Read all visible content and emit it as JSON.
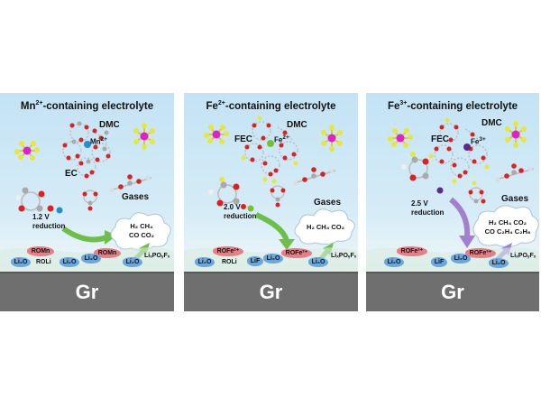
{
  "panels": [
    {
      "title_prefix": "Mn",
      "title_sup": "2+",
      "title_suffix": "-containing  electrolyte",
      "ion_label": "Mn",
      "ion_sup": "2+",
      "solvent_labels": [
        "DMC",
        "EC"
      ],
      "voltage": "1.2 V",
      "reduction": "reduction",
      "gases_label": "Gases",
      "cloud_line1": "H₂  CH₄",
      "cloud_line2": "CO CO₂",
      "sei": {
        "red1": "ROMn",
        "red2": "ROMn",
        "li2o": "Li₂O",
        "roli": "ROLi",
        "third": "Li₂O",
        "lipof": "LiₓPOᵧFₓ"
      },
      "substrate": "Gr",
      "ion_color": "#1e8fd0",
      "arrow_color": "#6dbf4a"
    },
    {
      "title_prefix": "Fe",
      "title_sup": "2+",
      "title_suffix": "-containing  electrolyte",
      "ion_label": "Fe",
      "ion_sup": "2+",
      "solvent_labels": [
        "DMC",
        "FEC"
      ],
      "voltage": "2.0 V",
      "reduction": "reduction",
      "gases_label": "Gases",
      "cloud_line1": "H₂  CH₄  CO₂",
      "cloud_line2": "",
      "sei": {
        "red1": "ROFe²⁺",
        "red2": "ROFe²⁺",
        "li2o": "Li₂O",
        "roli": "ROLi",
        "third": "LiF",
        "lipof": "LiₓPOᵧFₓ"
      },
      "substrate": "Gr",
      "ion_color": "#7bbf2e",
      "arrow_color": "#6dbf4a"
    },
    {
      "title_prefix": "Fe",
      "title_sup": "3+",
      "title_suffix": "-containing  electrolyte",
      "ion_label": "Fe",
      "ion_sup": "3+",
      "solvent_labels": [
        "DMC",
        "FEC"
      ],
      "voltage": "2.5 V",
      "reduction": "reduction",
      "gases_label": "Gases",
      "cloud_line1": "H₂  CH₄  CO₂",
      "cloud_line2": "CO  C₂H₄ C₂H₆",
      "sei": {
        "red1": "ROFe³⁺",
        "red2": "ROFe³⁺",
        "li2o": "Li₂O",
        "roli": "",
        "third": "LiF",
        "lipof": "LiₓPOᵧFₓ"
      },
      "substrate": "Gr",
      "ion_color": "#5b2a8c",
      "arrow_color": "#a47fd0"
    }
  ],
  "colors": {
    "oxygen": "#e02020",
    "carbon": "#a9a9a9",
    "hydrogen": "#f2f2f2",
    "fluorine": "#e5e83a",
    "phosphorus": "#e020d0",
    "substrate": "#6f6f6f"
  }
}
